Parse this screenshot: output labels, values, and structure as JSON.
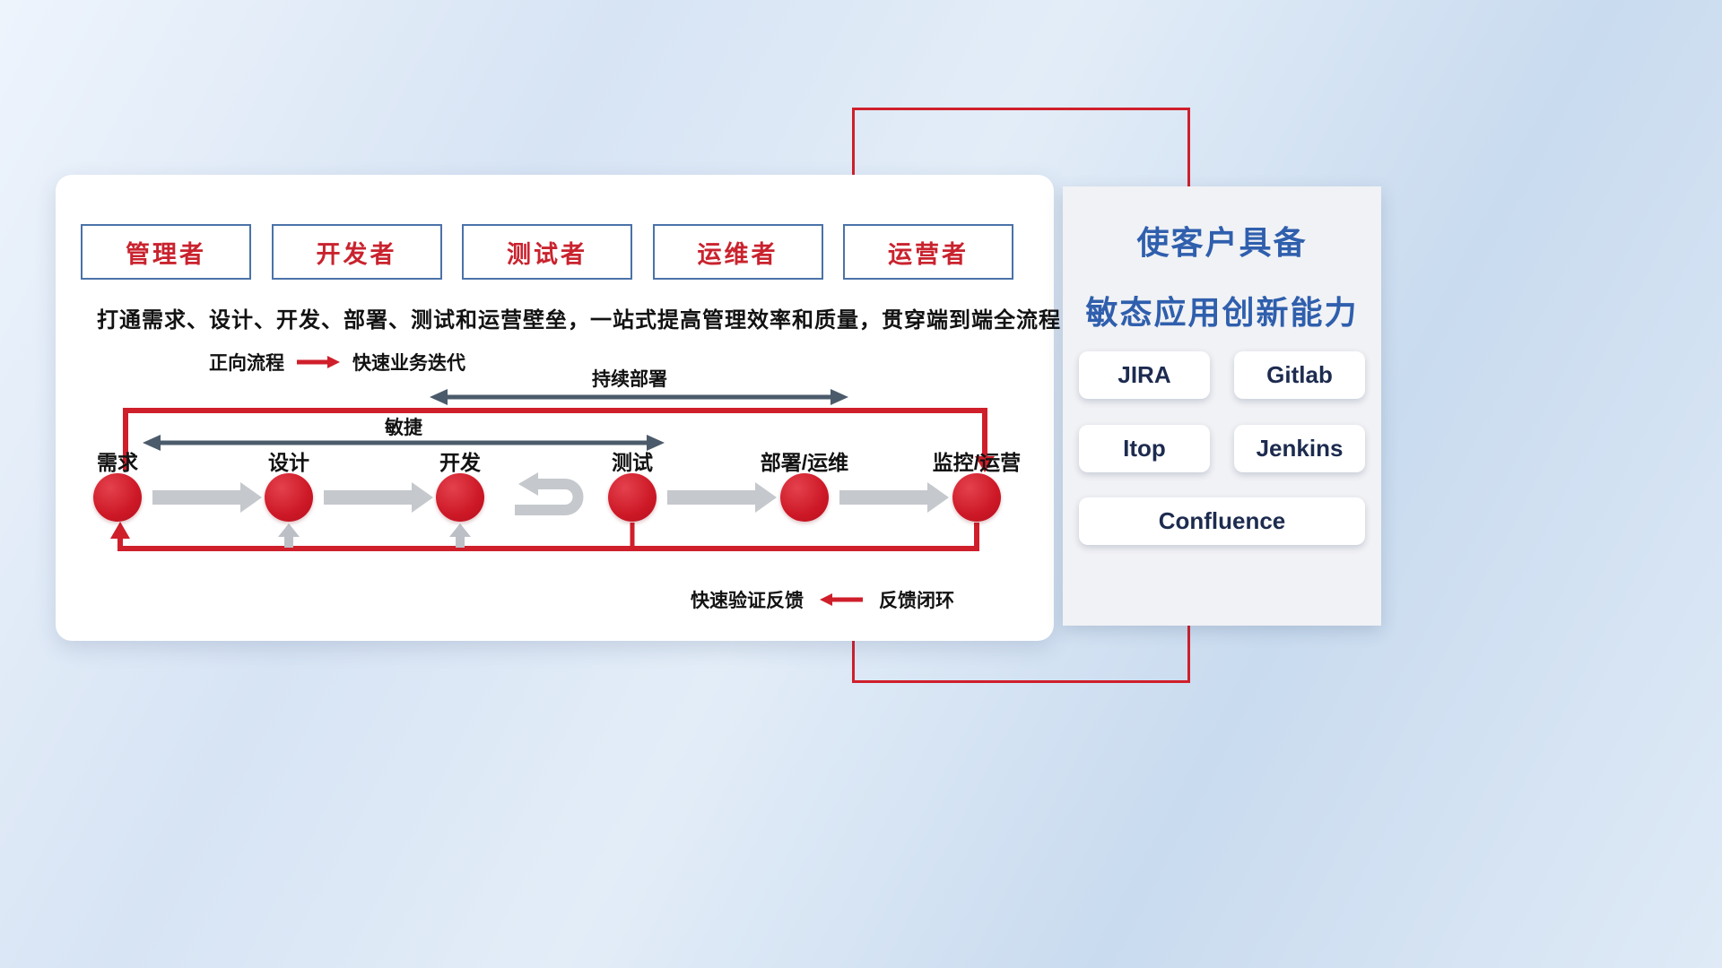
{
  "roles": [
    "管理者",
    "开发者",
    "测试者",
    "运维者",
    "运营者"
  ],
  "subtitle": "打通需求、设计、开发、部署、测试和运营壁垒，一站式提高管理效率和质量，贯穿端到端全流程",
  "legend": {
    "forward_label": "正向流程",
    "forward_desc": "快速业务迭代",
    "agile_span": "敏捷",
    "deploy_span": "持续部署",
    "feedback_desc": "快速验证反馈",
    "feedback_label": "反馈闭环"
  },
  "stages": [
    "需求",
    "设计",
    "开发",
    "测试",
    "部署/运维",
    "监控/运营"
  ],
  "panel": {
    "title_line1": "使客户具备",
    "title_line2": "敏态应用创新能力",
    "tools": [
      "JIRA",
      "Gitlab",
      "Itop",
      "Jenkins",
      "Confluence"
    ]
  },
  "colors": {
    "accent_red": "#cf1f2b",
    "role_text_red": "#c9232e",
    "role_border_blue": "#4a72a8",
    "panel_title_blue": "#2f5fad",
    "tool_text_navy": "#1d2b4f",
    "span_arrow_slate": "#4b5b6b",
    "flow_arrow_gray": "#c5c8cc"
  }
}
